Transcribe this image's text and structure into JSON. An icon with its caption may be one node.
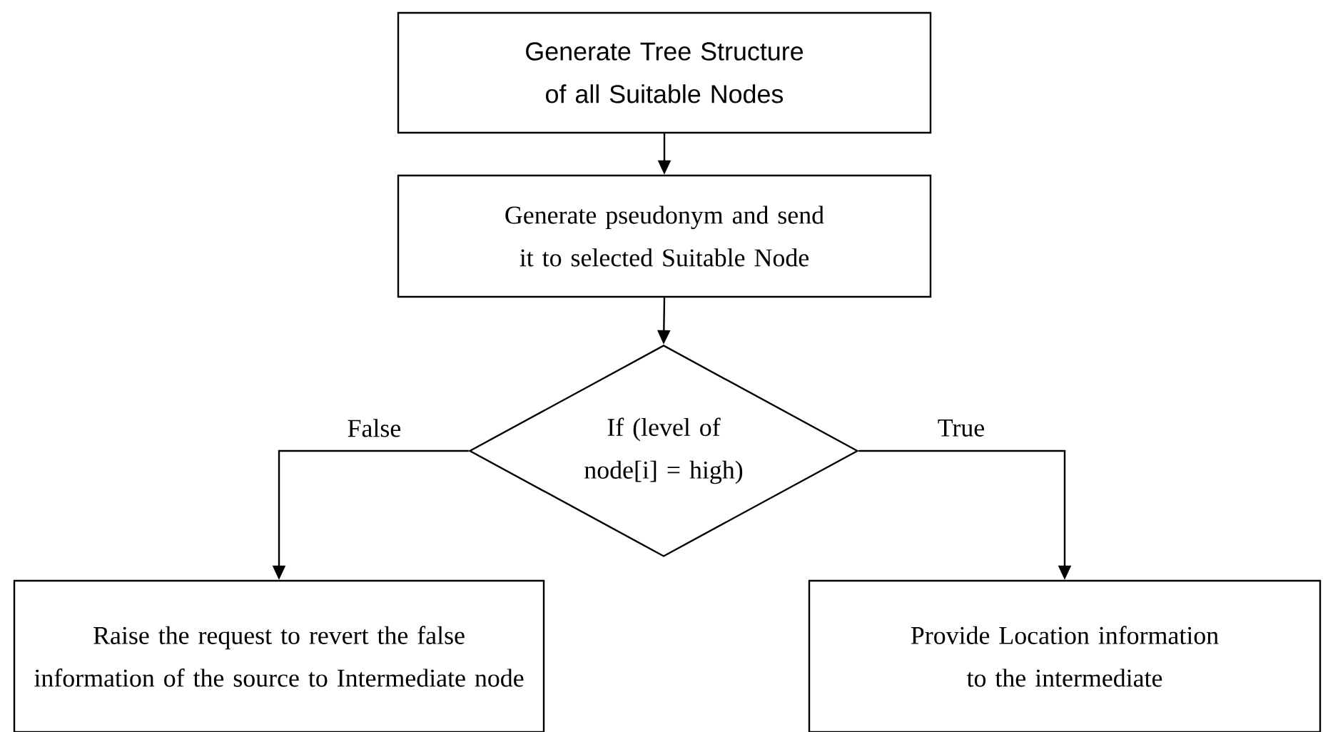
{
  "diagram": {
    "nodes": [
      {
        "text": [
          "Generate Tree Structure of all Suitable Nodes"
        ]
      },
      {
        "text": [
          "Generate pseudonym and send it to selected Suitable Node"
        ]
      },
      {
        "text": [
          "If (level of node[i] = high)"
        ]
      },
      {
        "text": [
          "Raise the request to revert the false information of the source to Intermediate node"
        ]
      },
      {
        "text": [
          "Provide Location information to the intermediate"
        ]
      }
    ],
    "edges": [
      {
        "from": 0,
        "to": 1,
        "arrow": "to"
      },
      {
        "from": 1,
        "to": 2,
        "arrow": "to"
      },
      {
        "from": 2,
        "to": 3,
        "arrow": "to",
        "label": "False"
      },
      {
        "from": 2,
        "to": 4,
        "arrow": "to",
        "label": "True"
      }
    ]
  }
}
